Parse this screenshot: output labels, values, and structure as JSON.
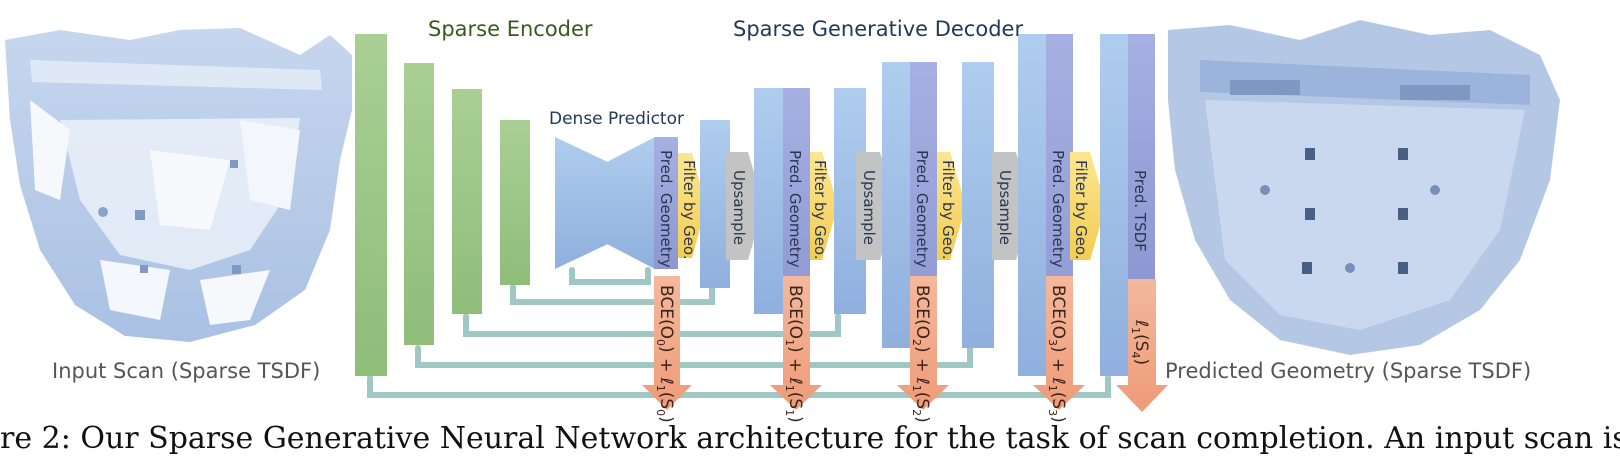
{
  "labels": {
    "sparse_encoder": "Sparse Encoder",
    "sparse_generative_decoder": "Sparse Generative Decoder",
    "dense_predictor": "Dense Predictor",
    "input_scan": "Input Scan (Sparse TSDF)",
    "predicted_geometry": "Predicted Geometry (Sparse TSDF)"
  },
  "blocks": {
    "pred_geometry": "Pred. Geometry",
    "filter_by_geo": "Filter by Geo.",
    "upsample": "Upsample",
    "pred_tsdf": "Pred. TSDF"
  },
  "losses": {
    "l0_a": "BCE(O",
    "l0_sub": "0",
    "l0_b": ") + ℓ",
    "l0_sub2": "1",
    "l0_c": "(S",
    "l0_sub3": "0",
    "l0_d": ")",
    "l1_a": "BCE(O",
    "l1_sub": "1",
    "l1_b": ") + ℓ",
    "l1_sub2": "1",
    "l1_c": "(S",
    "l1_sub3": "1",
    "l1_d": ")",
    "l2_a": "BCE(O",
    "l2_sub": "2",
    "l2_b": ") + ℓ",
    "l2_sub2": "1",
    "l2_c": "(S",
    "l2_sub3": "2",
    "l2_d": ")",
    "l3_a": "BCE(O",
    "l3_sub": "3",
    "l3_b": ") + ℓ",
    "l3_sub2": "1",
    "l3_c": "(S",
    "l3_sub3": "3",
    "l3_d": ")",
    "l4_a": "ℓ",
    "l4_sub": "1",
    "l4_b": "(S",
    "l4_sub2": "4",
    "l4_c": ")"
  },
  "caption": "re 2: Our Sparse Generative Neural Network architecture for the task of scan completion. An input scan is",
  "colors": {
    "encoder_green": "#a9cf95",
    "decoder_blue": "#a8c6e8",
    "pred_purple": "#9fa9dd",
    "filter_yellow": "#f6db6e",
    "upsample_gray": "#c3c3c3",
    "loss_salmon": "#f0a98a",
    "skip_teal": "#9fc7c3",
    "encoder_title": "#3a5a1c",
    "decoder_title": "#22385c",
    "dense_title": "#22385c"
  }
}
